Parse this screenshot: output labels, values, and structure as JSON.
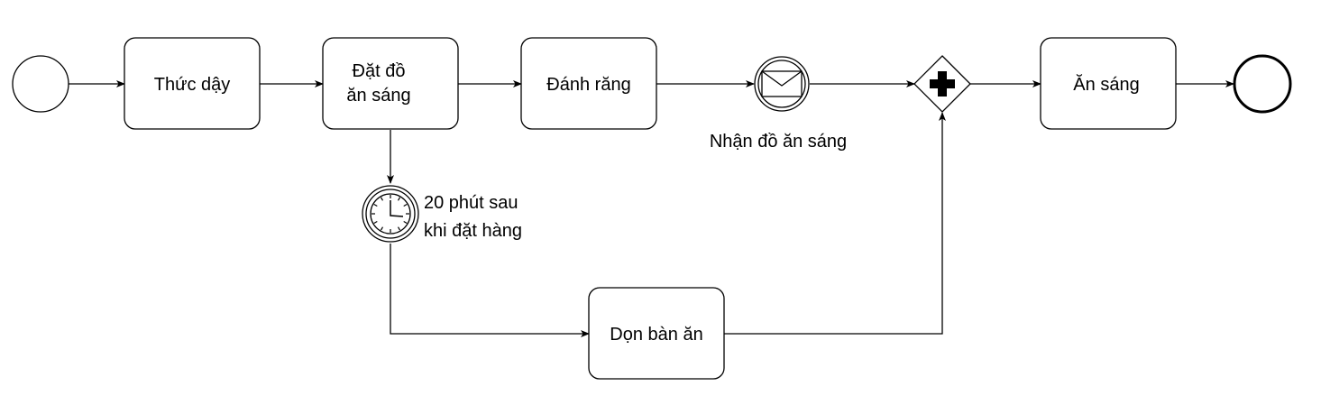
{
  "diagram": {
    "tasks": {
      "wake_up": "Thức dậy",
      "order_breakfast_line1": "Đặt đồ",
      "order_breakfast_line2": "ăn sáng",
      "brush_teeth": "Đánh răng",
      "clear_table": "Dọn bàn ăn",
      "eat_breakfast": "Ăn sáng"
    },
    "events": {
      "message_receive_label": "Nhận đồ ăn sáng",
      "timer_label_line1": "20 phút sau",
      "timer_label_line2": "khi đặt hàng"
    },
    "colors": {
      "stroke": "#000000",
      "fill": "#ffffff"
    }
  }
}
